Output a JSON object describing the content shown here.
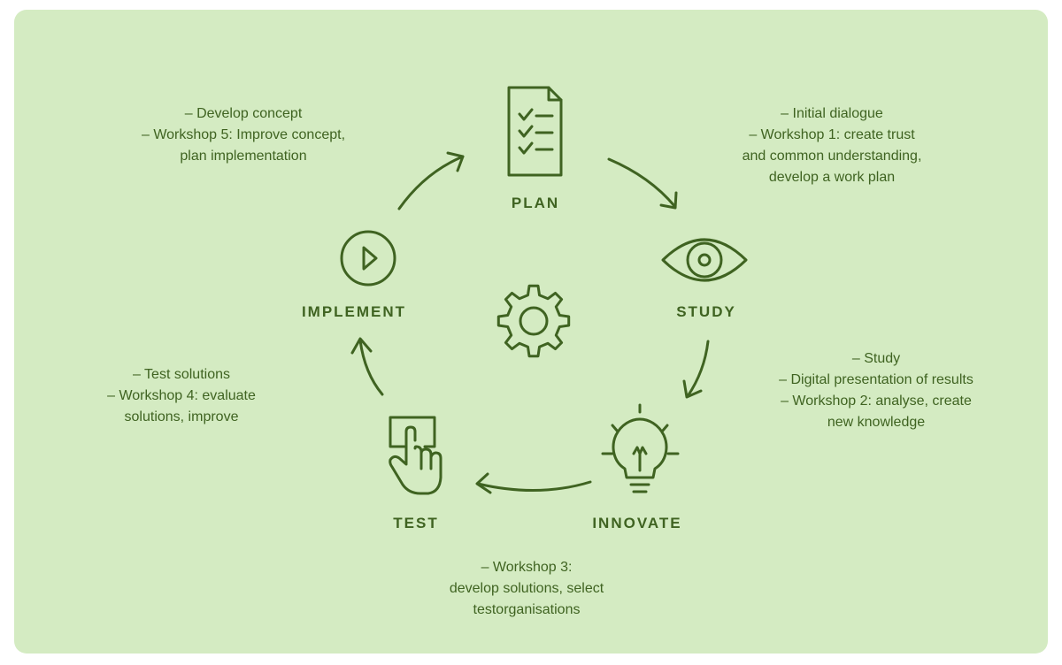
{
  "stages": {
    "plan": "PLAN",
    "study": "STUDY",
    "innovate": "INNOVATE",
    "test": "TEST",
    "implement": "IMPLEMENT"
  },
  "notes": {
    "plan": [
      "– Initial dialogue",
      "– Workshop 1: create trust",
      "and common understanding,",
      "develop a work plan"
    ],
    "study": [
      "– Study",
      "– Digital presentation of results",
      "– Workshop 2: analyse, create",
      "new knowledge"
    ],
    "innovate": [
      "– Workshop 3:",
      "develop solutions, select",
      "testorganisations"
    ],
    "test": [
      "– Test solutions",
      "– Workshop 4: evaluate",
      "solutions, improve"
    ],
    "implement": [
      "– Develop concept",
      "– Workshop 5: Improve concept,",
      "plan implementation"
    ]
  },
  "colors": {
    "panel": "#d4ebc2",
    "ink": "#3f6321"
  },
  "icons": {
    "plan": "checklist-icon",
    "study": "eye-icon",
    "innovate": "lightbulb-icon",
    "test": "touch-screen-icon",
    "implement": "play-button-icon",
    "center": "gear-icon"
  }
}
